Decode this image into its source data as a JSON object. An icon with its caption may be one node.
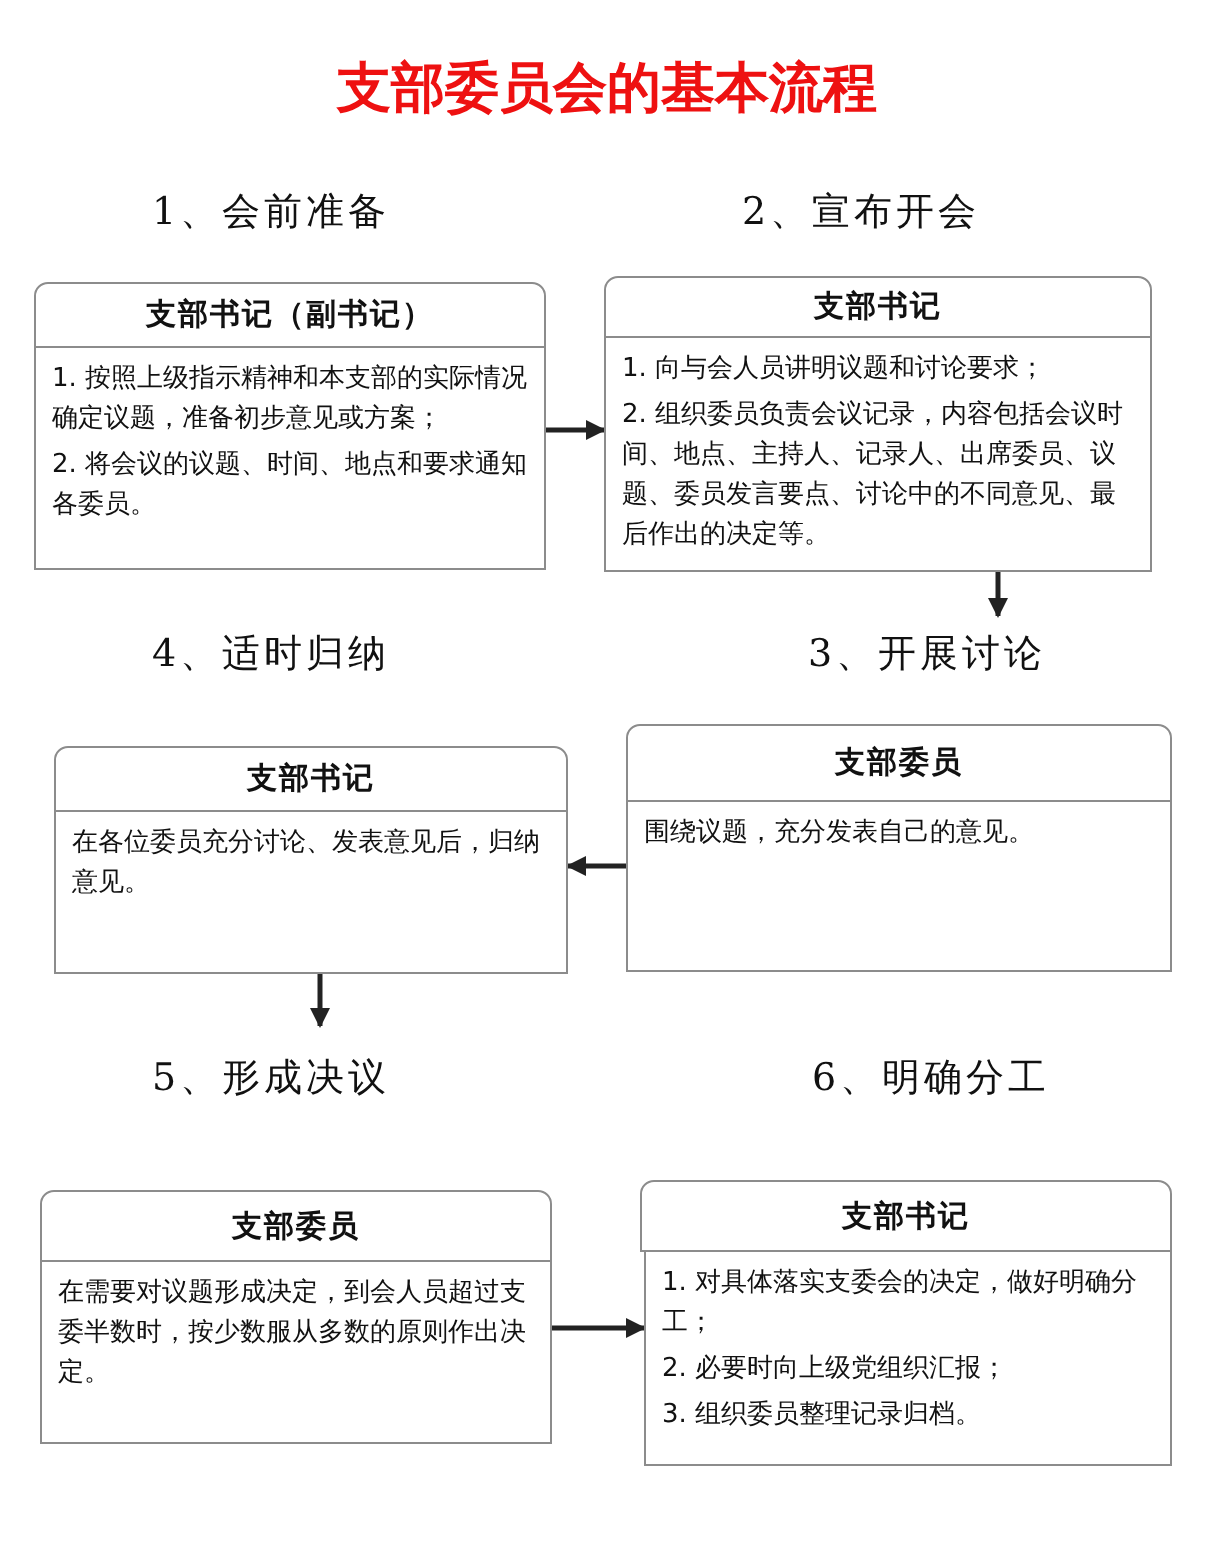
{
  "diagram": {
    "title": "支部委员会的基本流程",
    "nodes": [
      {
        "text": [
          "支部书记（副书记）"
        ],
        "beside": [
          "1、会前准备"
        ]
      },
      {
        "text": [
          "1. 按照上级指示精神和本支部的实际情况确定议题，准备初步意见或方案；",
          "2. 将会议的议题、时间、地点和要求通知各委员。"
        ]
      },
      {
        "text": [
          "支部书记"
        ],
        "beside": [
          "2、宣布开会"
        ]
      },
      {
        "text": [
          "1. 向与会人员讲明议题和讨论要求；",
          "2. 组织委员负责会议记录，内容包括会议时间、地点、主持人、记录人、出席委员、议题、委员发言要点、讨论中的不同意见、最后作出的决定等。"
        ]
      },
      {
        "text": [
          "支部书记"
        ],
        "beside": [
          "4、适时归纳"
        ]
      },
      {
        "text": [
          "在各位委员充分讨论、发表意见后，归纳意见。"
        ]
      },
      {
        "text": [
          "支部委员"
        ],
        "beside": [
          "3、开展讨论"
        ]
      },
      {
        "text": [
          "围绕议题，充分发表自己的意见。"
        ]
      },
      {
        "text": [
          "支部委员"
        ],
        "beside": [
          "5、形成决议"
        ]
      },
      {
        "text": [
          "在需要对议题形成决定，到会人员超过支委半数时，按少数服从多数的原则作出决定。"
        ]
      },
      {
        "text": [
          "支部书记"
        ],
        "beside": [
          "6、明确分工"
        ]
      },
      {
        "text": [
          "1. 对具体落实支委会的决定，做好明确分工；",
          "2. 必要时向上级党组织汇报；",
          "3. 组织委员整理记录归档。"
        ]
      }
    ],
    "edges": [
      {
        "from": 1,
        "to": 3,
        "arrow": "to"
      },
      {
        "from": 3,
        "to": 6,
        "arrow": "to"
      },
      {
        "from": 7,
        "to": 5,
        "arrow": "to"
      },
      {
        "from": 5,
        "to": 8,
        "arrow": "to"
      },
      {
        "from": 9,
        "to": 11,
        "arrow": "to"
      }
    ]
  }
}
